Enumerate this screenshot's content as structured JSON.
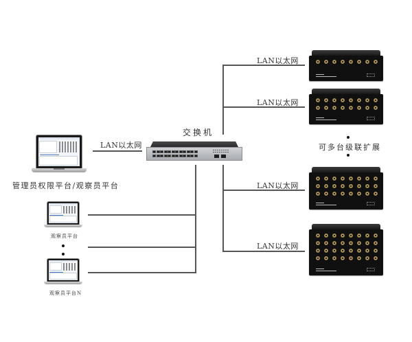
{
  "diagram": {
    "title": "",
    "switch": {
      "label": "交换机"
    },
    "admin": {
      "label": "管理员权限平台/观察员平台",
      "link_label": "LAN以太网"
    },
    "observers": [
      {
        "label": "观察员平台"
      },
      {
        "label": "观察员平台N"
      }
    ],
    "expand_label": "可多台级联扩展",
    "devices": [
      {
        "link_label": "LAN以太网",
        "channels": 8,
        "rows": 1
      },
      {
        "link_label": "LAN以太网",
        "channels": 16,
        "rows": 2
      },
      {
        "link_label": "LAN以太网",
        "channels": 24,
        "rows": 3
      },
      {
        "link_label": "LAN以太网",
        "channels": 32,
        "rows": 4
      }
    ],
    "colors": {
      "line": "#555555",
      "device_body": "#101010",
      "switch_front": "#c0c2c5"
    }
  }
}
